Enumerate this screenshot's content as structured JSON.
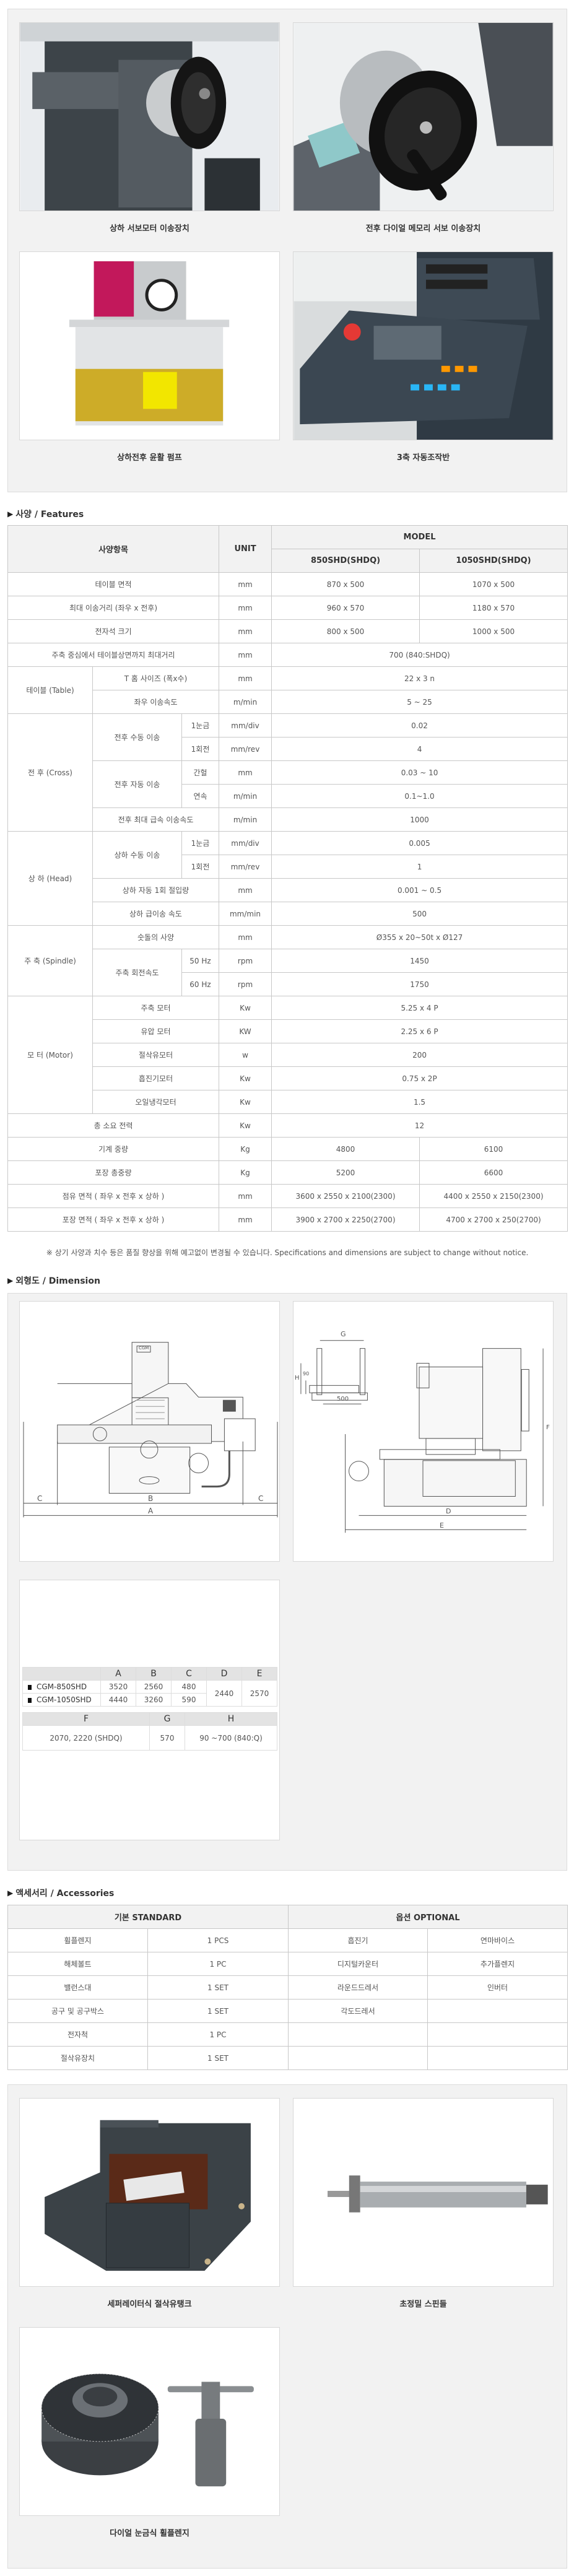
{
  "top_photos": [
    {
      "caption": "상하 서보모터 이송장치",
      "icon": "servo-handwheel-image"
    },
    {
      "caption": "전후 다이얼 메모리 서보 이송장치",
      "icon": "dial-handwheel-image"
    },
    {
      "caption": "상하전후 윤활 펌프",
      "icon": "lubrication-pump-image"
    },
    {
      "caption": "3축 자동조작반",
      "icon": "control-panel-image"
    }
  ],
  "features": {
    "heading": "사양 / Features",
    "header": {
      "item": "사양항목",
      "unit": "UNIT",
      "model": "MODEL",
      "models": [
        "850SHD(SHDQ)",
        "1050SHD(SHDQ)"
      ]
    },
    "groups": {
      "table": "테이블 (Table)",
      "cross": "전 후 (Cross)",
      "head": "상 하 (Head)",
      "spindle": "주 축 (Spindle)",
      "motor": "모 터 (Motor)"
    },
    "subgroups": {
      "cross_manual": "전후 수동 이송",
      "cross_auto": "전후 자동 이송",
      "head_manual": "상하 수동 이송",
      "spindle_speed": "주축 회전속도"
    },
    "rows": [
      {
        "label": "테이블 면적",
        "unit": "mm",
        "v1": "870 x 500",
        "v2": "1070 x 500"
      },
      {
        "label": "최대 이송거리 (좌우 x 전후)",
        "unit": "mm",
        "v1": "960 x 570",
        "v2": "1180 x 570"
      },
      {
        "label": "전자석 크기",
        "unit": "mm",
        "v1": "800 x 500",
        "v2": "1000 x 500"
      },
      {
        "label": "주축 중심에서 테이블상면까지 최대거리",
        "unit": "mm",
        "v": "700 (840:SHDQ)"
      },
      {
        "label": "T 홈 사이즈 (폭x수)",
        "unit": "mm",
        "v": "22 x 3 n"
      },
      {
        "label": "좌우 이송속도",
        "unit": "m/min",
        "v": "5 ~ 25"
      },
      {
        "label": "1눈금",
        "unit": "mm/div",
        "v": "0.02"
      },
      {
        "label": "1회전",
        "unit": "mm/rev",
        "v": "4"
      },
      {
        "label": "간헐",
        "unit": "mm",
        "v": "0.03 ~ 10"
      },
      {
        "label": "연속",
        "unit": "m/min",
        "v": "0.1~1.0"
      },
      {
        "label": "전후 최대 급속 이송속도",
        "unit": "m/min",
        "v": "1000"
      },
      {
        "label": "1눈금",
        "unit": "mm/div",
        "v": "0.005"
      },
      {
        "label": "1회전",
        "unit": "mm/rev",
        "v": "1"
      },
      {
        "label": "상하 자동 1회 절입량",
        "unit": "mm",
        "v": "0.001 ~ 0.5"
      },
      {
        "label": "상하 급이송 속도",
        "unit": "mm/min",
        "v": "500"
      },
      {
        "label": "숫돌의 사양",
        "unit": "mm",
        "v": "Ø355 x 20~50t x Ø127"
      },
      {
        "label": "50 Hz",
        "unit": "rpm",
        "v": "1450"
      },
      {
        "label": "60 Hz",
        "unit": "rpm",
        "v": "1750"
      },
      {
        "label": "주축 모터",
        "unit": "Kw",
        "v": "5.25 x 4 P"
      },
      {
        "label": "유압 모터",
        "unit": "KW",
        "v": "2.25 x 6 P"
      },
      {
        "label": "절삭유모터",
        "unit": "w",
        "v": "200"
      },
      {
        "label": "흡진기모터",
        "unit": "Kw",
        "v": "0.75 x 2P"
      },
      {
        "label": "오일냉각모터",
        "unit": "Kw",
        "v": "1.5"
      },
      {
        "label": "총 소요 전력",
        "unit": "Kw",
        "v": "12"
      },
      {
        "label": "기계 중량",
        "unit": "Kg",
        "v1": "4800",
        "v2": "6100"
      },
      {
        "label": "포장 총중량",
        "unit": "Kg",
        "v1": "5200",
        "v2": "6600"
      },
      {
        "label": "점유 면적 ( 좌우 x 전후 x 상하 )",
        "unit": "mm",
        "v1": "3600 x 2550 x 2100(2300)",
        "v2": "4400 x 2550 x 2150(2300)"
      },
      {
        "label": "포장 면적 ( 좌우 x 전후 x 상하 )",
        "unit": "mm",
        "v1": "3900 x 2700 x 2250(2700)",
        "v2": "4700 x 2700 x 250(2700)"
      }
    ],
    "note": "※ 상기 사양과 치수 등은 품질 향상을 위해 예고없이 변경될 수 있습니다. Specifications and dimensions are subject to change without notice."
  },
  "dimension": {
    "heading": "외형도 / Dimension",
    "front_labels": {
      "c": "C",
      "b": "B",
      "a": "A",
      "logo": "CGM"
    },
    "side_labels": {
      "g": "G",
      "h": "H",
      "n90": "90",
      "n500": "500",
      "d": "D",
      "e": "E",
      "f": "F"
    },
    "table1": {
      "headers": [
        "A",
        "B",
        "C",
        "D",
        "E"
      ],
      "rows": [
        {
          "model": "CGM-850SHD",
          "a": "3520",
          "b": "2560",
          "c": "480"
        },
        {
          "model": "CGM-1050SHD",
          "a": "4440",
          "b": "3260",
          "c": "590"
        }
      ],
      "d": "2440",
      "e": "2570"
    },
    "table2": {
      "headers": [
        "F",
        "G",
        "H"
      ],
      "values": [
        "2070, 2220 (SHDQ)",
        "570",
        "90 ~700 (840:Q)"
      ]
    }
  },
  "accessories": {
    "heading": "액세서리 / Accessories",
    "standard_header": "기본 STANDARD",
    "optional_header": "옵션 OPTIONAL",
    "standard": [
      {
        "name": "휠플렌지",
        "qty": "1 PCS"
      },
      {
        "name": "해체볼트",
        "qty": "1 PC"
      },
      {
        "name": "밸런스대",
        "qty": "1 SET"
      },
      {
        "name": "공구 및 공구박스",
        "qty": "1 SET"
      },
      {
        "name": "전자척",
        "qty": "1 PC"
      },
      {
        "name": "절삭유장치",
        "qty": "1 SET"
      }
    ],
    "optional": [
      "흡진기",
      "연마바이스",
      "디지털카운터",
      "추가플렌지",
      "라운드드레서",
      "인버터",
      "각도드레서"
    ]
  },
  "bottom_photos": [
    {
      "caption": "세퍼레이터식 절삭유탱크",
      "icon": "coolant-tank-image"
    },
    {
      "caption": "초정밀 스핀들",
      "icon": "spindle-image"
    },
    {
      "caption": "다이얼 눈금식 휠플렌지",
      "icon": "wheel-flange-image"
    }
  ]
}
